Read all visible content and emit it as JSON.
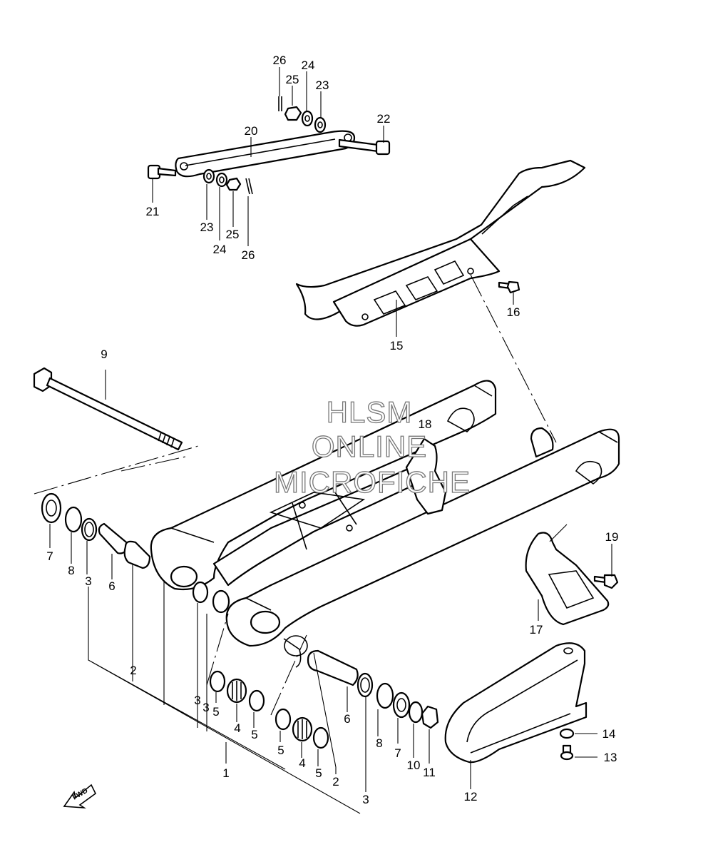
{
  "watermark": {
    "line1": "HLSM",
    "line2": "ONLINE",
    "line3": "MICROFICHE"
  },
  "fwd_arrow": {
    "label": "FWD"
  },
  "callouts": {
    "c26a": "26",
    "c25a": "25",
    "c24a": "24",
    "c23a": "23",
    "c22": "22",
    "c20": "20",
    "c21": "21",
    "c23b": "23",
    "c25b": "25",
    "c24b": "24",
    "c26b": "26",
    "c16": "16",
    "c15": "15",
    "c9": "9",
    "c18": "18",
    "c7a": "7",
    "c8a": "8",
    "c3a": "3",
    "c6a": "6",
    "c2a": "2",
    "c19": "19",
    "c17": "17",
    "c3b": "3",
    "c3c": "3",
    "c5a": "5",
    "c4a": "4",
    "c5b": "5",
    "c1": "1",
    "c5c": "5",
    "c4b": "4",
    "c5d": "5",
    "c2b": "2",
    "c3d": "3",
    "c6b": "6",
    "c8b": "8",
    "c7b": "7",
    "c10": "10",
    "c11": "11",
    "c14": "14",
    "c13": "13",
    "c12": "12"
  }
}
